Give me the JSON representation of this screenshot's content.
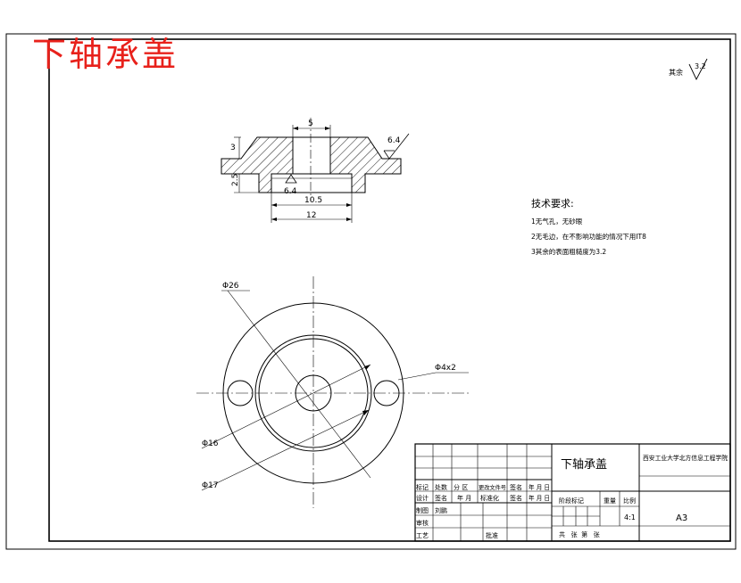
{
  "page_title": "下轴承盖",
  "colors": {
    "title": "#e8211b",
    "ink": "#000000",
    "paper": "#ffffff"
  },
  "surface_finish": {
    "label": "其余",
    "value": "3.2"
  },
  "section_view": {
    "dim_top_width": "5",
    "dim_inner_width": "10.5",
    "dim_outer_width": "12",
    "dim_flange_thickness": "3",
    "dim_lower_height": "2.5",
    "roughness_right": "6.4",
    "roughness_inner": "6.4"
  },
  "tech_requirements": {
    "title": "技术要求:",
    "items": [
      "1无气孔，无砂眼",
      "2无毛边，在不影响功能的情况下用IT8",
      "3其余的表面粗糙度为3.2"
    ]
  },
  "plan_view": {
    "dim_d26": "Φ26",
    "dim_d4x2": "Φ4x2",
    "dim_d16": "Φ16",
    "dim_d17": "Φ17"
  },
  "title_block": {
    "part_name": "下轴承盖",
    "school": "西安工业大学北方信息工程学院",
    "row_headers": [
      "标记",
      "处数",
      "分 区",
      "更改文件号",
      "签名",
      "年 月 日"
    ],
    "row2": [
      "设计",
      "签名",
      "年 月",
      "标准化",
      "签名",
      "年 月 日"
    ],
    "row3": [
      "制图",
      "刘鹏"
    ],
    "row4": [
      "审核"
    ],
    "row5": [
      "工艺",
      "批准"
    ],
    "stage_label": "阶段标记",
    "weight_label": "重量",
    "scale_label": "比例",
    "scale_value": "4:1",
    "sheet_text": "共   张  第   张",
    "format": "A3"
  }
}
